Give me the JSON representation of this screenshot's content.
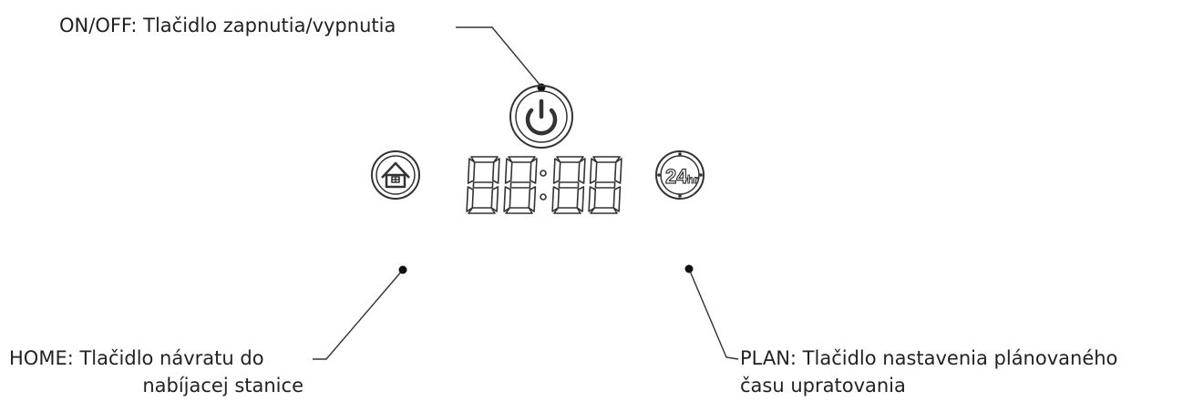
{
  "callouts": {
    "power": {
      "text": "ON/OFF: Tlačidlo zapnutia/vypnutia"
    },
    "home": {
      "line1": "HOME: Tlačidlo návratu do",
      "line2": "nabíjacej stanice"
    },
    "plan": {
      "line1": "PLAN: Tlačidlo nastavenia plánovaného",
      "line2": "času upratovania"
    }
  },
  "controls": {
    "power_icon": "power-icon",
    "home_icon": "home-icon",
    "plan_icon": "24h-icon",
    "plan_glyph_main": "24",
    "plan_glyph_sub": "hr"
  },
  "display": {
    "digits": "88:88"
  },
  "colors": {
    "ink": "#222222",
    "background": "#ffffff"
  }
}
